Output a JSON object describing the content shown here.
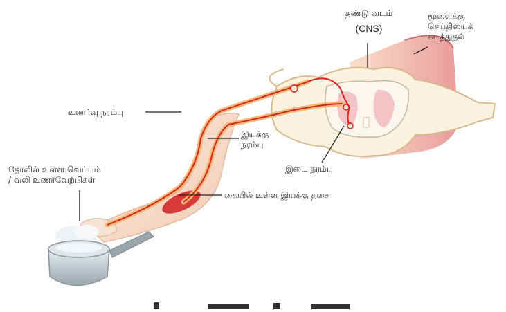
{
  "labels": {
    "spinal_cord": "தண்டு வடம்",
    "cns": "(CNS)",
    "to_brain": [
      "மூளைக்கு",
      "செய்தியைக்",
      "கடத்துதல்"
    ],
    "sensory_nerve": "உணர்வு நரம்பு",
    "motor_nerve": [
      "இயக்கு",
      "நரம்பு"
    ],
    "interneuron": "இடை நரம்பு",
    "skin_receptors": [
      "தோலில் உள்ள வெப்பம்",
      "/ வலி உணர்வேற்பிகள்"
    ],
    "muscle": "கையில் உள்ள இயக்கு தசை"
  },
  "colors": {
    "nerve_red": "#d7261f",
    "nerve_outer": "#f4b978",
    "muscle": "#d83a3a",
    "spinal_grey": "#f3c3c6",
    "skin": "#f6e3d3",
    "pan_metal": "#b9c2c8"
  }
}
